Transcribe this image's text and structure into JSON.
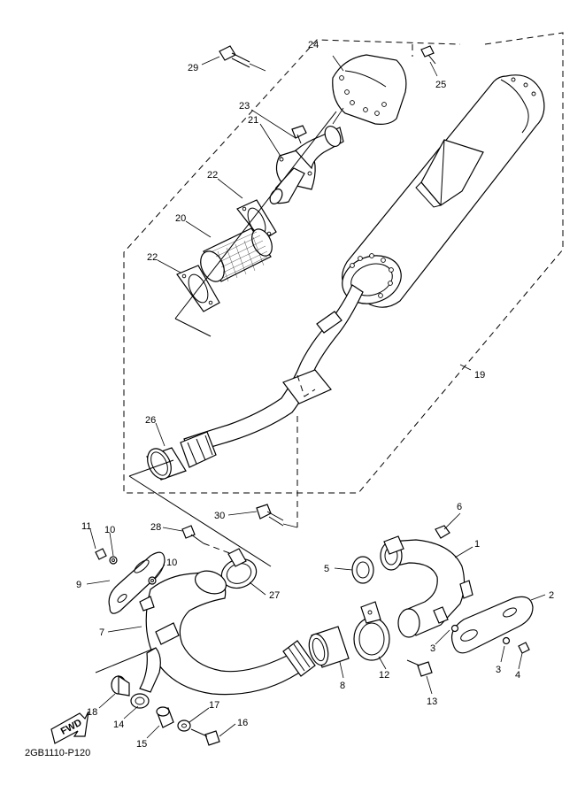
{
  "diagram": {
    "code": "2GB1110-P120",
    "fwd_label": "FWD",
    "parts": [
      {
        "key": "p1",
        "label": "1"
      },
      {
        "key": "p2",
        "label": "2"
      },
      {
        "key": "p3a",
        "label": "3"
      },
      {
        "key": "p3b",
        "label": "3"
      },
      {
        "key": "p4",
        "label": "4"
      },
      {
        "key": "p5",
        "label": "5"
      },
      {
        "key": "p6",
        "label": "6"
      },
      {
        "key": "p7",
        "label": "7"
      },
      {
        "key": "p8",
        "label": "8"
      },
      {
        "key": "p9",
        "label": "9"
      },
      {
        "key": "p10a",
        "label": "10"
      },
      {
        "key": "p10b",
        "label": "10"
      },
      {
        "key": "p11",
        "label": "11"
      },
      {
        "key": "p12",
        "label": "12"
      },
      {
        "key": "p13",
        "label": "13"
      },
      {
        "key": "p14",
        "label": "14"
      },
      {
        "key": "p15",
        "label": "15"
      },
      {
        "key": "p16",
        "label": "16"
      },
      {
        "key": "p17",
        "label": "17"
      },
      {
        "key": "p18",
        "label": "18"
      },
      {
        "key": "p19",
        "label": "19"
      },
      {
        "key": "p20",
        "label": "20"
      },
      {
        "key": "p21",
        "label": "21"
      },
      {
        "key": "p22a",
        "label": "22"
      },
      {
        "key": "p22b",
        "label": "22"
      },
      {
        "key": "p23",
        "label": "23"
      },
      {
        "key": "p24",
        "label": "24"
      },
      {
        "key": "p25",
        "label": "25"
      },
      {
        "key": "p26",
        "label": "26"
      },
      {
        "key": "p27",
        "label": "27"
      },
      {
        "key": "p28",
        "label": "28"
      },
      {
        "key": "p29",
        "label": "29"
      },
      {
        "key": "p30",
        "label": "30"
      }
    ]
  }
}
